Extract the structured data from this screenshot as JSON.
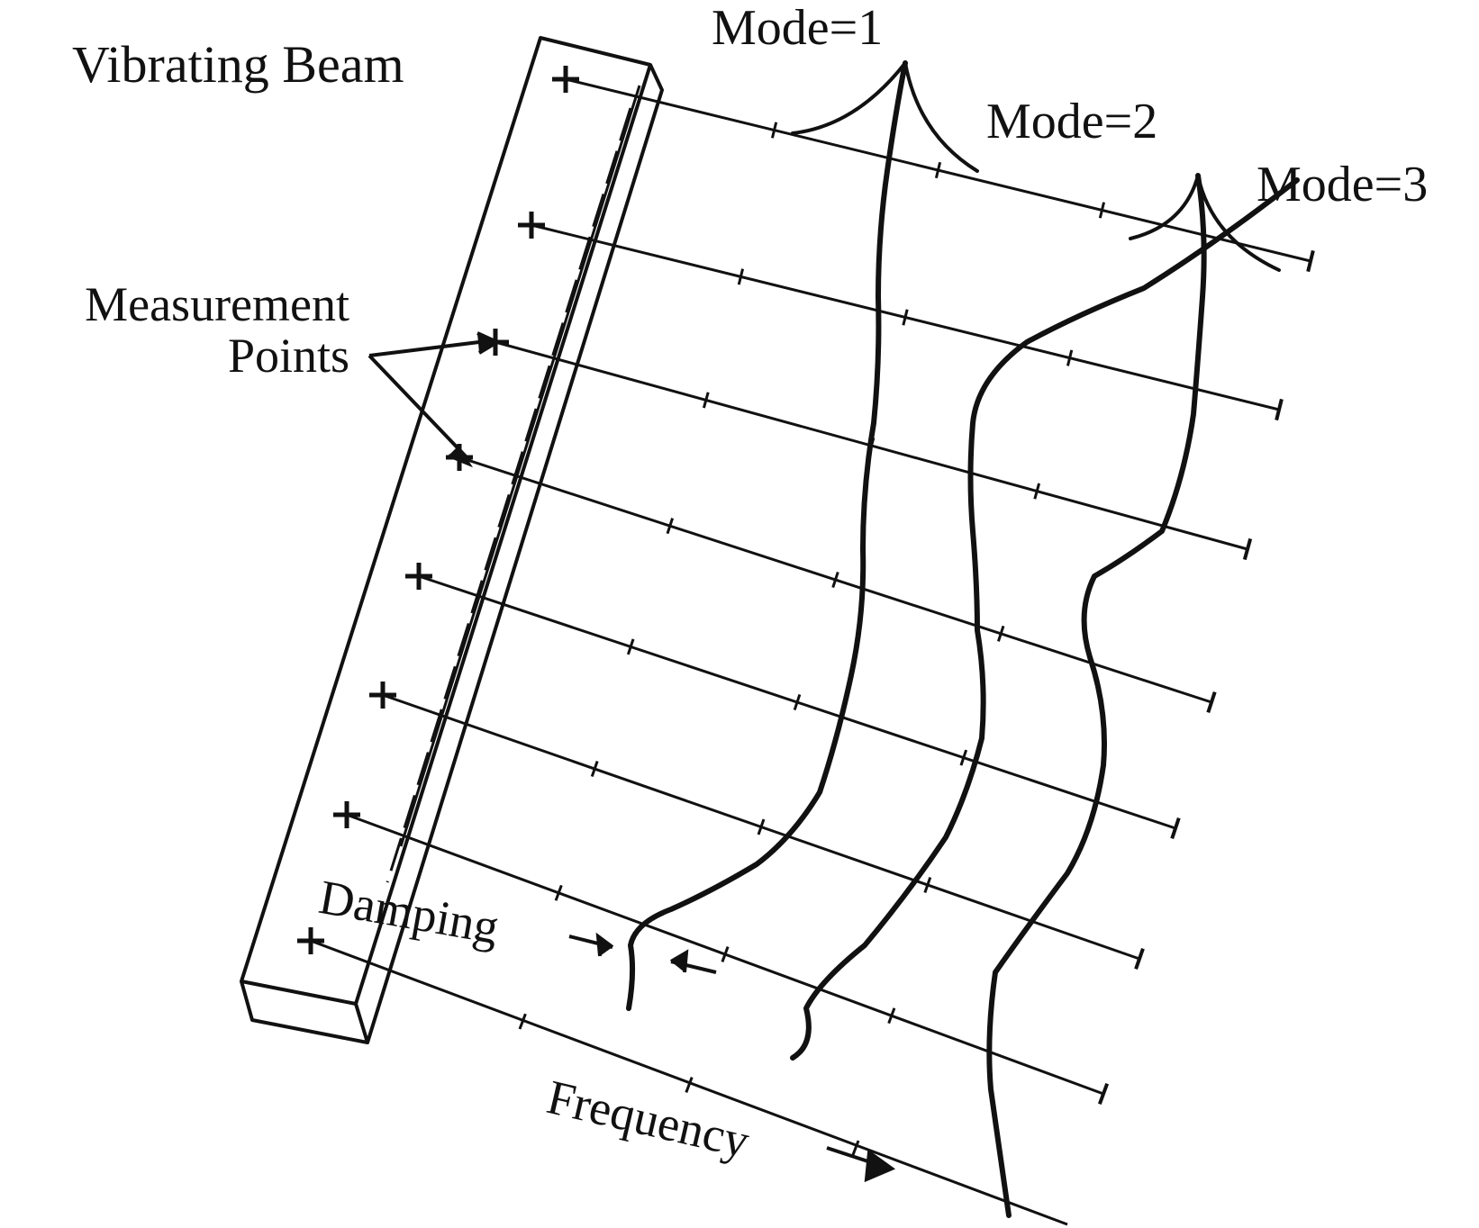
{
  "labels": {
    "beam": "Vibrating Beam",
    "measurement_points": "Measurement\nPoints",
    "mode1": "Mode=1",
    "mode2": "Mode=2",
    "mode3": "Mode=3",
    "damping": "Damping",
    "frequency": "Frequency"
  },
  "colors": {
    "ink": "#111111",
    "background": "#ffffff"
  },
  "measurement_point_count": 8,
  "mode_count": 3
}
